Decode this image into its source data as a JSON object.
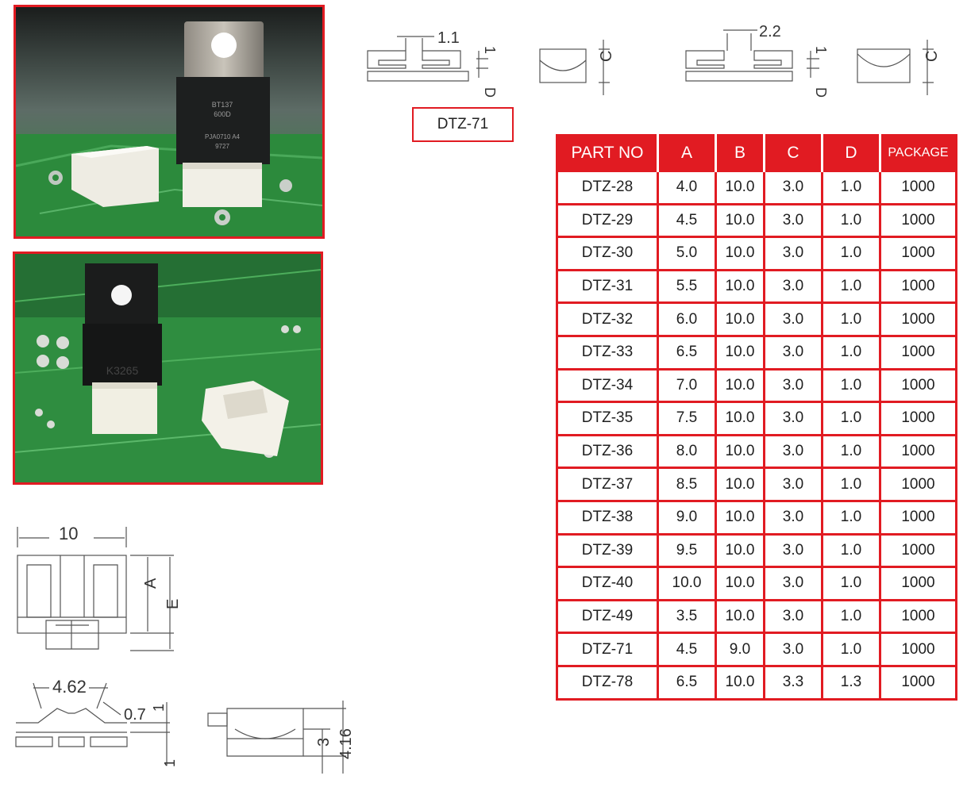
{
  "label_box": {
    "text": "DTZ-71"
  },
  "drawings": {
    "top_left": {
      "gap": "1.1",
      "thick": "1",
      "d": "D",
      "c": "C"
    },
    "top_right": {
      "gap": "2.2",
      "thick": "1",
      "d": "D",
      "c": "C"
    },
    "bottom_front": {
      "width": "10",
      "a": "A",
      "e": "E"
    },
    "bottom_side": {
      "top": "4.62",
      "angle": "0.7",
      "t1": "1",
      "t2": "1"
    },
    "bottom_end": {
      "h1": "3",
      "h2": "4.16"
    }
  },
  "table": {
    "headers": [
      "PART NO",
      "A",
      "B",
      "C",
      "D",
      "PACKAGE"
    ],
    "rows": [
      [
        "DTZ-28",
        "4.0",
        "10.0",
        "3.0",
        "1.0",
        "1000"
      ],
      [
        "DTZ-29",
        "4.5",
        "10.0",
        "3.0",
        "1.0",
        "1000"
      ],
      [
        "DTZ-30",
        "5.0",
        "10.0",
        "3.0",
        "1.0",
        "1000"
      ],
      [
        "DTZ-31",
        "5.5",
        "10.0",
        "3.0",
        "1.0",
        "1000"
      ],
      [
        "DTZ-32",
        "6.0",
        "10.0",
        "3.0",
        "1.0",
        "1000"
      ],
      [
        "DTZ-33",
        "6.5",
        "10.0",
        "3.0",
        "1.0",
        "1000"
      ],
      [
        "DTZ-34",
        "7.0",
        "10.0",
        "3.0",
        "1.0",
        "1000"
      ],
      [
        "DTZ-35",
        "7.5",
        "10.0",
        "3.0",
        "1.0",
        "1000"
      ],
      [
        "DTZ-36",
        "8.0",
        "10.0",
        "3.0",
        "1.0",
        "1000"
      ],
      [
        "DTZ-37",
        "8.5",
        "10.0",
        "3.0",
        "1.0",
        "1000"
      ],
      [
        "DTZ-38",
        "9.0",
        "10.0",
        "3.0",
        "1.0",
        "1000"
      ],
      [
        "DTZ-39",
        "9.5",
        "10.0",
        "3.0",
        "1.0",
        "1000"
      ],
      [
        "DTZ-40",
        "10.0",
        "10.0",
        "3.0",
        "1.0",
        "1000"
      ],
      [
        "DTZ-49",
        "3.5",
        "10.0",
        "3.0",
        "1.0",
        "1000"
      ],
      [
        "DTZ-71",
        "4.5",
        "9.0",
        "3.0",
        "1.0",
        "1000"
      ],
      [
        "DTZ-78",
        "6.5",
        "10.0",
        "3.3",
        "1.3",
        "1000"
      ]
    ]
  },
  "photos": {
    "top": {
      "chip_marking": [
        "BT137",
        "600D",
        "PJA0710 A4",
        "9727"
      ]
    },
    "bottom": {
      "chip_marking": "K3265"
    }
  },
  "colors": {
    "accent": "#e11b22",
    "pcb": "#2f8a3e",
    "spacer": "#f1efe6"
  }
}
